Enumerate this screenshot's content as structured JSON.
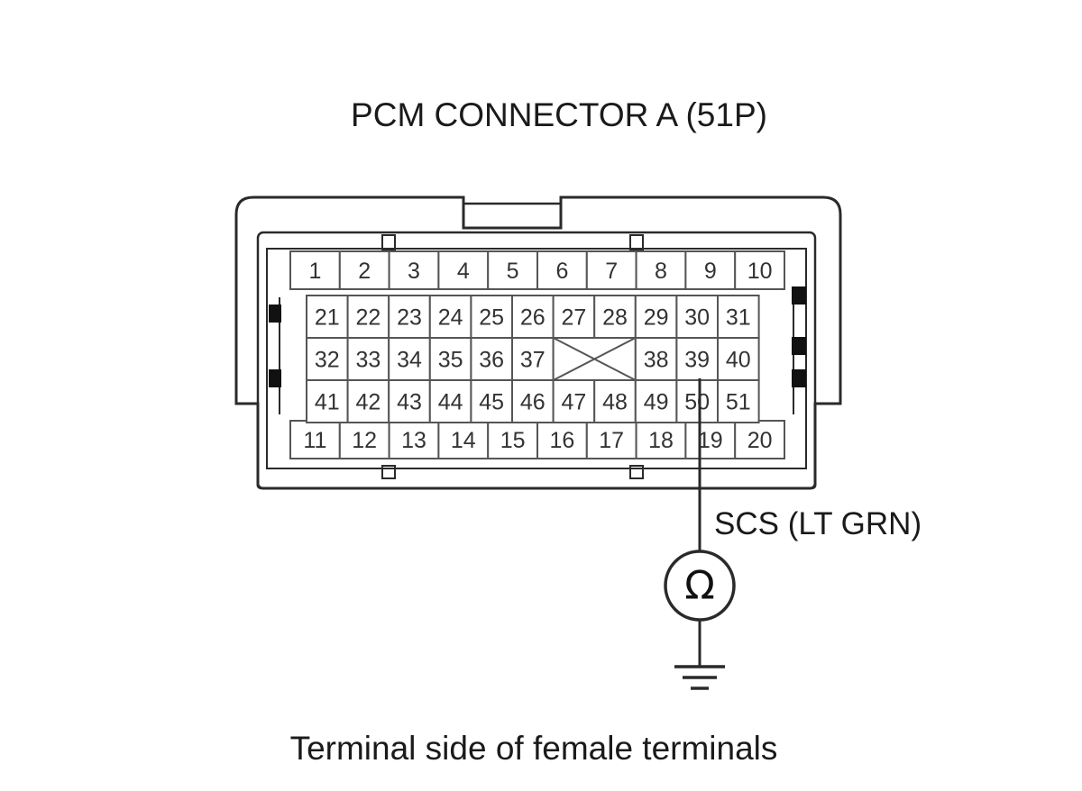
{
  "title": "PCM CONNECTOR A (51P)",
  "caption": "Terminal side of female terminals",
  "probe": {
    "wire_label": "SCS (LT GRN)",
    "meter_symbol": "Ω",
    "terminal": "50",
    "meter_icon": "ohmmeter-icon",
    "ground_icon": "ground-icon"
  },
  "connector": {
    "row1": [
      "1",
      "2",
      "3",
      "4",
      "5",
      "6",
      "7",
      "8",
      "9",
      "10"
    ],
    "row2": [
      "21",
      "22",
      "23",
      "24",
      "25",
      "26",
      "27",
      "28",
      "29",
      "30",
      "31"
    ],
    "row3_left": [
      "32",
      "33",
      "34",
      "35",
      "36",
      "37"
    ],
    "row3_right": [
      "38",
      "39",
      "40"
    ],
    "row4": [
      "41",
      "42",
      "43",
      "44",
      "45",
      "46",
      "47",
      "48",
      "49",
      "50",
      "51"
    ],
    "row5": [
      "11",
      "12",
      "13",
      "14",
      "15",
      "16",
      "17",
      "18",
      "19",
      "20"
    ],
    "empty_cavity_icon": "blank-cavity-x-icon"
  }
}
